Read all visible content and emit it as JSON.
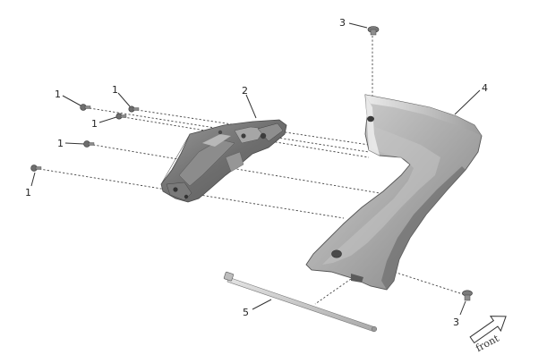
{
  "diagram": {
    "callouts": {
      "bolt_a": "1",
      "bolt_b": "1",
      "bolt_c": "1",
      "bolt_d": "1",
      "bolt_e": "1",
      "bracket": "2",
      "screw_top": "3",
      "screw_bottom": "3",
      "cover": "4",
      "tie": "5"
    },
    "front_label": "front",
    "colors": {
      "part_fill": "#b3b3b3",
      "part_shadow": "#7d7d7d",
      "part_highlight": "#e3e3e3",
      "line": "#333333"
    }
  }
}
